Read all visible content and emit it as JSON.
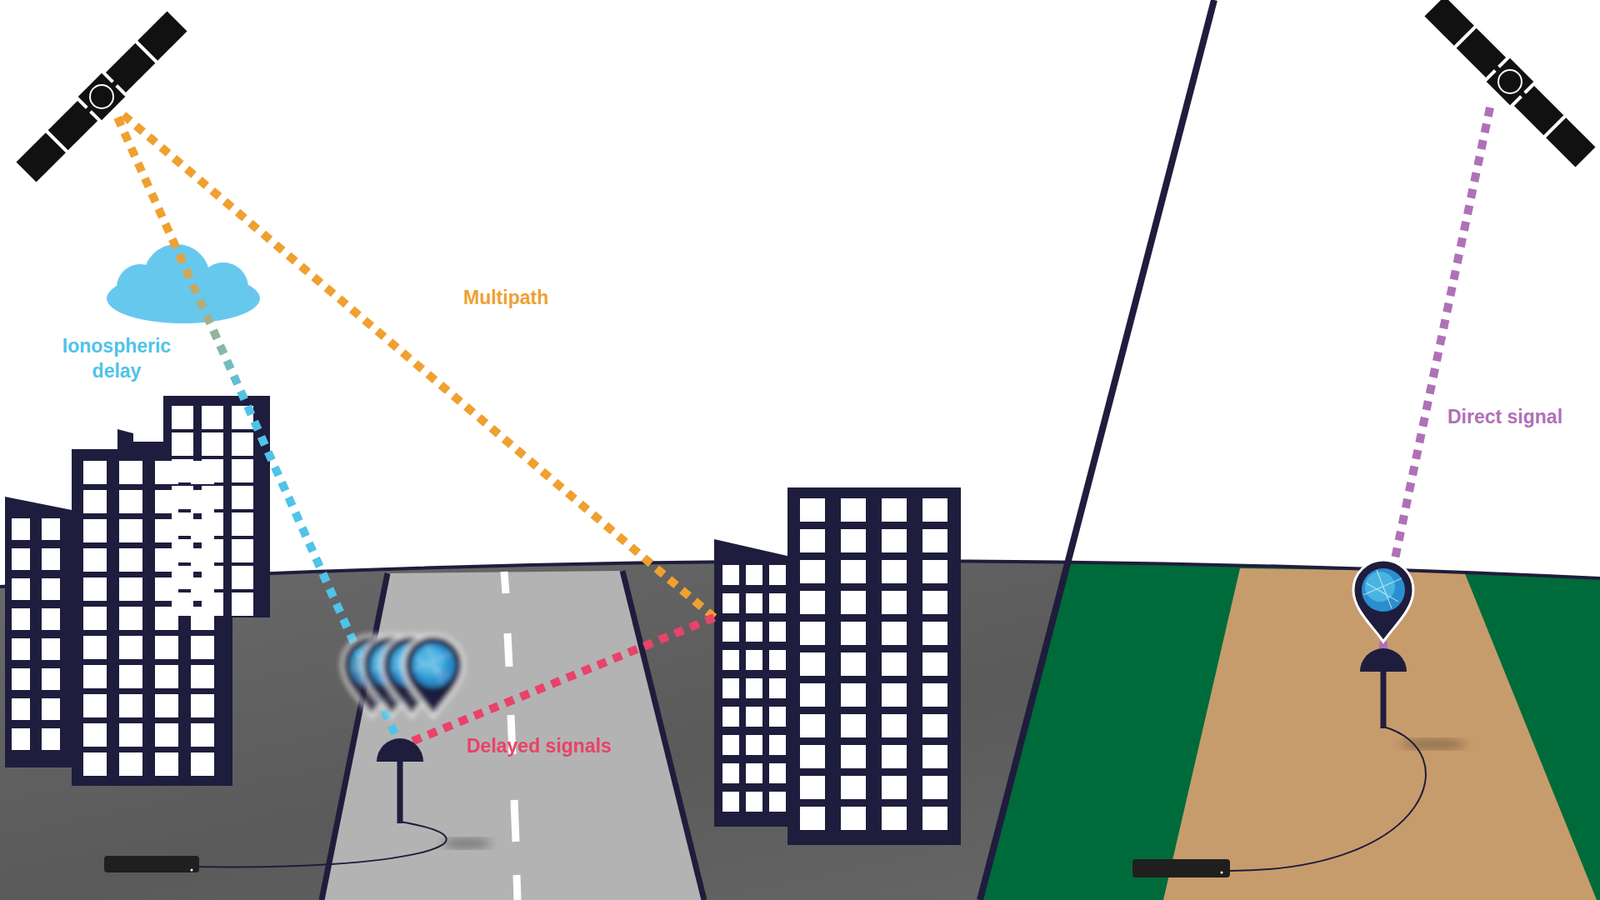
{
  "diagram": {
    "labels": [
      "Ionospheric delay",
      "Multipath",
      "Delayed signals",
      "Direct signal"
    ]
  }
}
